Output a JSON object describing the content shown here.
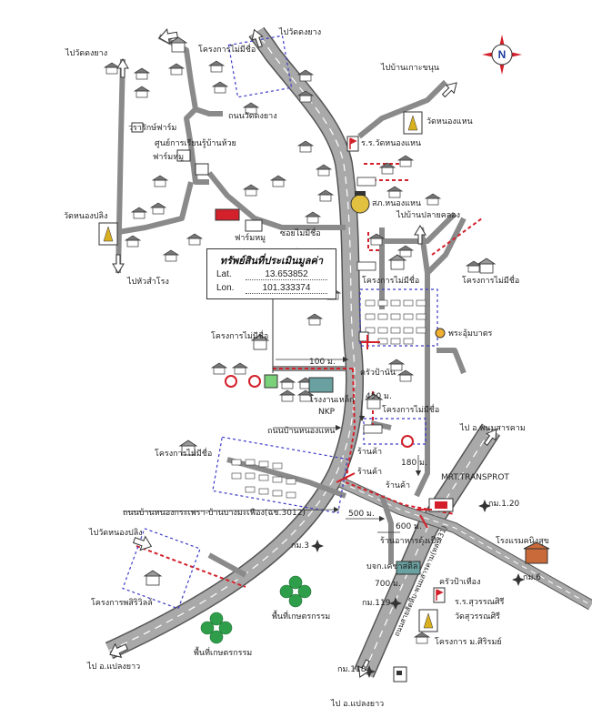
{
  "property_box": {
    "title": "ทรัพย์สินที่ประเมินมูลค่า",
    "lat_label": "Lat.",
    "lat_value": "13.653852",
    "lon_label": "Lon.",
    "lon_value": "101.333374"
  },
  "compass": {
    "letter": "N"
  },
  "labels": {
    "to_wat_dong_yang_left": "ไปวัดดงยาง",
    "to_wat_dong_yang_top": "ไปวัดดงยาง",
    "to_ban_ko_khanun": "ไปบ้านเกาะขนุน",
    "wat_nong_haen": "วัดหนองแหน",
    "no_name_project_top": "โครงการไม่มีชื่อ",
    "wat_dong_yang_road": "ถนนวัดดงยาง",
    "wararuk_farm": "วรารักษ์ฟาร์ม",
    "ban_huai_center": "ศูนย์การเรียนรู้บ้านห้วย",
    "farm_mu": "ฟาร์มหมู",
    "school_nong_haen": "ร.ร.วัดหนองแหน",
    "soc_nong_haen": "สภ.หนองแหน",
    "to_ban_plai_khlong": "ไปบ้านปลายคลอง",
    "wat_nong_pling": "วัดหนองปลิง",
    "to_hua_samrong": "ไปหัวสำโรง",
    "soi_no_name": "ซอยไม่มีชื่อ",
    "farm_mu_2": "ฟาร์มหมู",
    "no_name_project_right": "โครงการไม่มีชื่อ",
    "no_name_project_right2": "โครงการไม่มีชื่อ",
    "phra_um_bat": "พระอุ้มบาตร",
    "no_name_project_left": "โครงการไม่มีชื่อ",
    "dist_100": "100 ม.",
    "krua_pa_nan": "ครัวป้านัน",
    "steel_factory": "โรงงานเหล็ก",
    "nkp": "NKP",
    "dist_450": "450 ม.",
    "no_name_project_mid": "โครงการไม่มีชื่อ",
    "road_ban_nong_haen": "ถนนบ้านหนองแหน",
    "no_name_project_lower": "โครงการไม่มีชื่อ",
    "shop_1": "ร้านค้า",
    "dist_180": "180 ม.",
    "shop_2": "ร้านค้า",
    "shop_3": "ร้านค้า",
    "to_phanom_sarakham": "ไป อ.พนมสารคาม",
    "mrt_transport": "MRT.TRANSPROT",
    "km_120": "กม.1.20",
    "road_main": "ถนนบ้านหนองกระเพรา-บ้านบางมะเฟือง(ฉช.3012)",
    "dist_500": "500 ม.",
    "dist_600": "600 ม.",
    "restaurant_duck": "ร้านอาหารตุ้งเป็ด",
    "hotel": "โรงแรมคนิงสุข",
    "km_3": "กม.3",
    "to_wat_nong_pling": "ไปวัดหนองปลิง",
    "company_kaset": "บจก.เคชาสติล",
    "highway_331": "ถนนสายสัตหีบ-พนมสารคาม(ทล.331)",
    "dist_700": "700 ม.",
    "krua_pa_thueang": "ครัวป้าเทือง",
    "km_6": "กม.6",
    "project_phon_siri": "โครงการพสิริวิลล์",
    "agri_area_1": "พื้นที่เกษตรกรรม",
    "km_119": "กม.119",
    "school_suwan": "ร.ร.สุวรรณศิรี",
    "wat_suwan": "วัดสุวรรณศิรี",
    "agri_area_2": "พื้นที่เกษตรกรรม",
    "project_siri_m": "โครงการ ม.ศิริรมย์",
    "km_118": "กม.118",
    "to_plaeng_yao_left": "ไป อ.แปลงยาว",
    "to_plaeng_yao_bottom": "ไป อ.แปลงยาว"
  },
  "colors": {
    "road_fill": "#a9a9a9",
    "road_edge": "#555555",
    "red_marker": "#d3202a",
    "dotted_boundary": "#3a3ac8",
    "green_tree": "#2e9e4a"
  }
}
